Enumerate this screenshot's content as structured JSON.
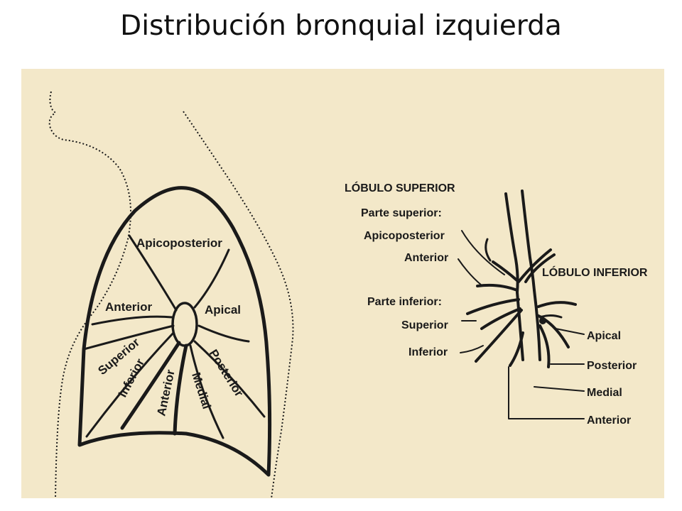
{
  "title": "Distribución bronquial izquierda",
  "colors": {
    "background": "#F3E8C9",
    "ink": "#1A1A1A"
  },
  "lung_segments": {
    "apicoposterior": "Apicoposterior",
    "anterior_upper": "Anterior",
    "apical": "Apical",
    "superior": "Superior",
    "inferior": "Inferior",
    "anterior_lower": "Anterior",
    "medial": "Medial",
    "posterior": "Posterior"
  },
  "tree_labels": {
    "upper_lobe": "LÓBULO SUPERIOR",
    "upper_part": "Parte superior:",
    "apicoposterior": "Apicoposterior",
    "anterior": "Anterior",
    "lower_part": "Parte inferior:",
    "superior": "Superior",
    "inferior": "Inferior",
    "lower_lobe": "LÓBULO INFERIOR",
    "apical": "Apical",
    "posterior": "Posterior",
    "medial": "Medial",
    "anterior_lower": "Anterior"
  }
}
